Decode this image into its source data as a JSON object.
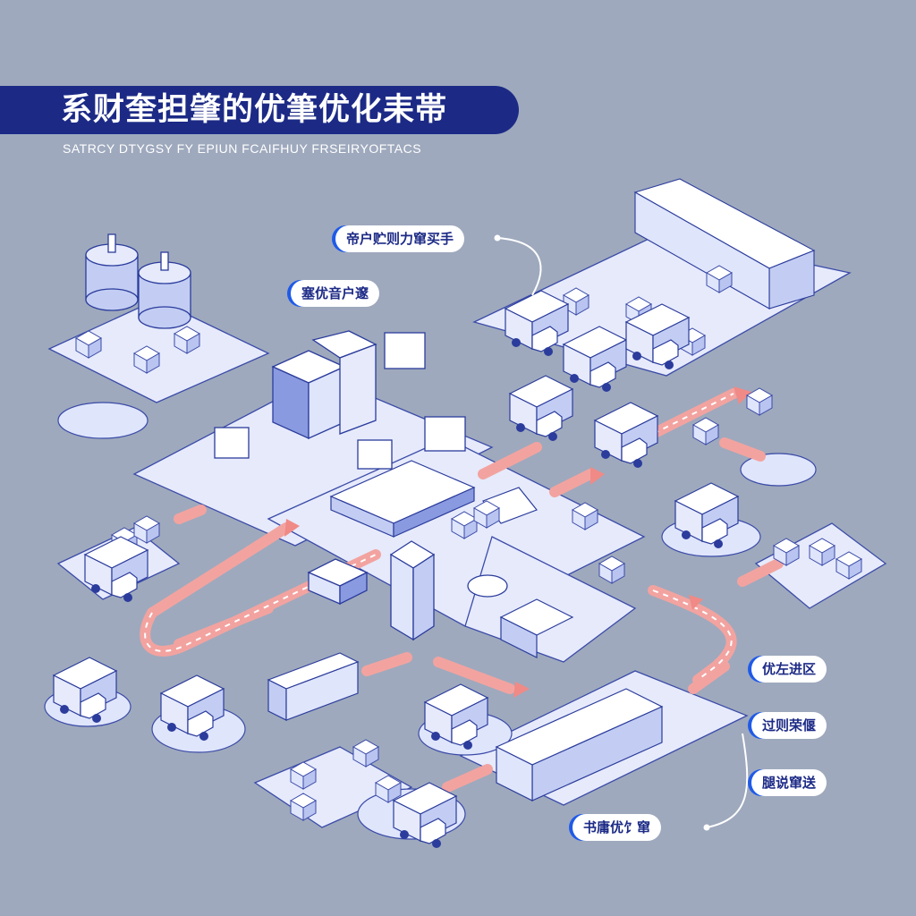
{
  "header": {
    "title": "系财奎担肇的优筆优化耒帯",
    "subtitle": "SATRCY DTYGSY FY EPIUN FCAIFHUY FRSEIRYOFTACS"
  },
  "callouts": [
    "帝户贮则力窜买手",
    "塞优音户邃",
    "优左进区",
    "过则荣偃",
    "腿说窜送",
    "书庸优饣窜"
  ],
  "colors": {
    "background": "#9ea9bd",
    "title_bar": "#1c2a86",
    "flow_arrow": "#f2a3a0",
    "platform": "#e6eafb",
    "accent": "#1f5ae8"
  }
}
